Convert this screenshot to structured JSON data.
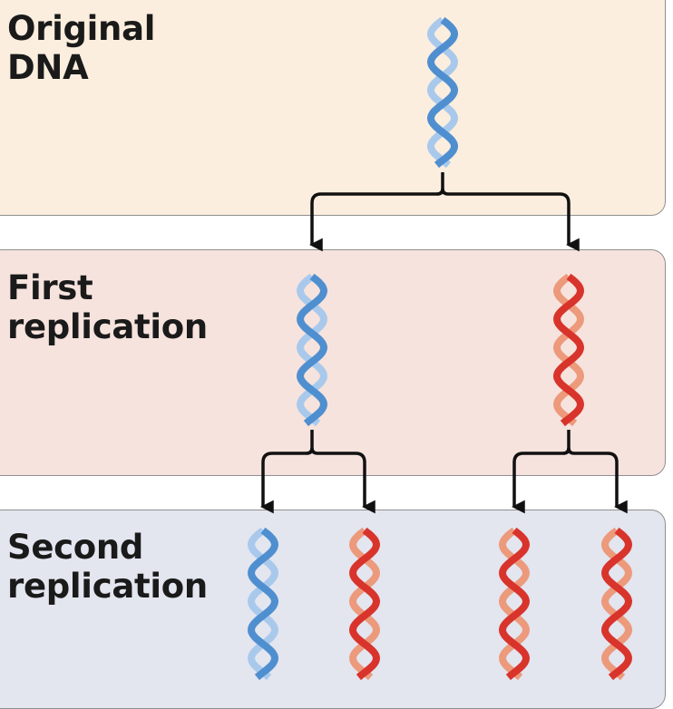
{
  "colors": {
    "original_panel": "#fbeede",
    "first_panel": "#f6e3dd",
    "second_panel": "#e3e5ef",
    "parental_strand_dark": "#4f8fd0",
    "parental_strand_light": "#a9c9ec",
    "new_strand_dark": "#d8342c",
    "new_strand_light": "#ec9a7b",
    "arrow": "#111111"
  },
  "labels": {
    "original": [
      "Original",
      "DNA"
    ],
    "first": [
      "First",
      "replication"
    ],
    "second": [
      "Second",
      "replication"
    ]
  },
  "molecules": {
    "original": [
      {
        "strands": [
          "parental",
          "parental"
        ]
      }
    ],
    "first_replication": [
      {
        "strands": [
          "parental",
          "parental"
        ]
      },
      {
        "strands": [
          "new",
          "new"
        ]
      }
    ],
    "second_replication": [
      {
        "strands": [
          "parental",
          "parental"
        ]
      },
      {
        "strands": [
          "new",
          "new"
        ]
      },
      {
        "strands": [
          "new",
          "new"
        ]
      },
      {
        "strands": [
          "new",
          "new"
        ]
      }
    ]
  }
}
